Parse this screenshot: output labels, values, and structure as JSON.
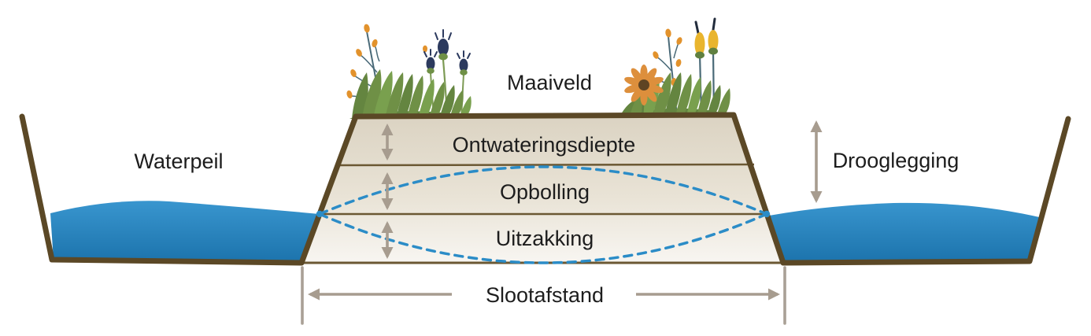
{
  "labels": {
    "maaiveld": "Maaiveld",
    "waterpeil": "Waterpeil",
    "ontwateringsdiepte": "Ontwateringsdiepte",
    "opbolling": "Opbolling",
    "uitzakking": "Uitzakking",
    "drooglegging": "Drooglegging",
    "slootafstand": "Slootafstand"
  },
  "colors": {
    "water": "#2b8ac7",
    "water_dark": "#1b72ab",
    "ditch_outline": "#5b4826",
    "land_fill_top": "#dbd3c2",
    "land_fill_bottom": "#f8f6f2",
    "inner_line": "#6b5833",
    "groundwater_dashed": "#2b8cc7",
    "dimension_arrow": "#a79c8f",
    "marker_line": "#a9a096",
    "text": "#1d1d1d",
    "grass_green": "#6f9046",
    "flower_orange": "#dd8f3c",
    "seedpod_navy": "#2c3a5e",
    "cattail_yellow": "#e9b52e"
  }
}
